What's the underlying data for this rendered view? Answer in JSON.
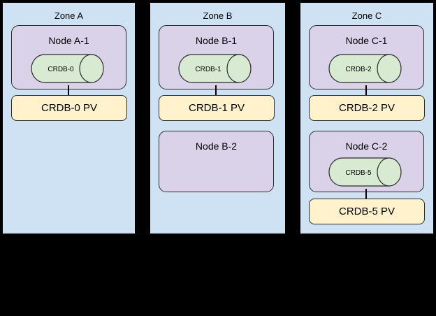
{
  "colors": {
    "background": "#000000",
    "zone_fill": "#cfe2f3",
    "node_fill": "#d9d2e9",
    "cylinder_fill": "#d9ead3",
    "pv_fill": "#fff2cc",
    "border": "#000000"
  },
  "zones": [
    {
      "label": "Zone A",
      "nodes": [
        {
          "label": "Node A-1",
          "cylinder": "CRDB-0",
          "pv": "CRDB-0 PV"
        }
      ]
    },
    {
      "label": "Zone B",
      "nodes": [
        {
          "label": "Node B-1",
          "cylinder": "CRDB-1",
          "pv": "CRDB-1 PV"
        },
        {
          "label": "Node B-2"
        }
      ]
    },
    {
      "label": "Zone C",
      "nodes": [
        {
          "label": "Node C-1",
          "cylinder": "CRDB-2",
          "pv": "CRDB-2 PV"
        },
        {
          "label": "Node C-2",
          "cylinder": "CRDB-5",
          "pv": "CRDB-5 PV"
        }
      ]
    }
  ]
}
